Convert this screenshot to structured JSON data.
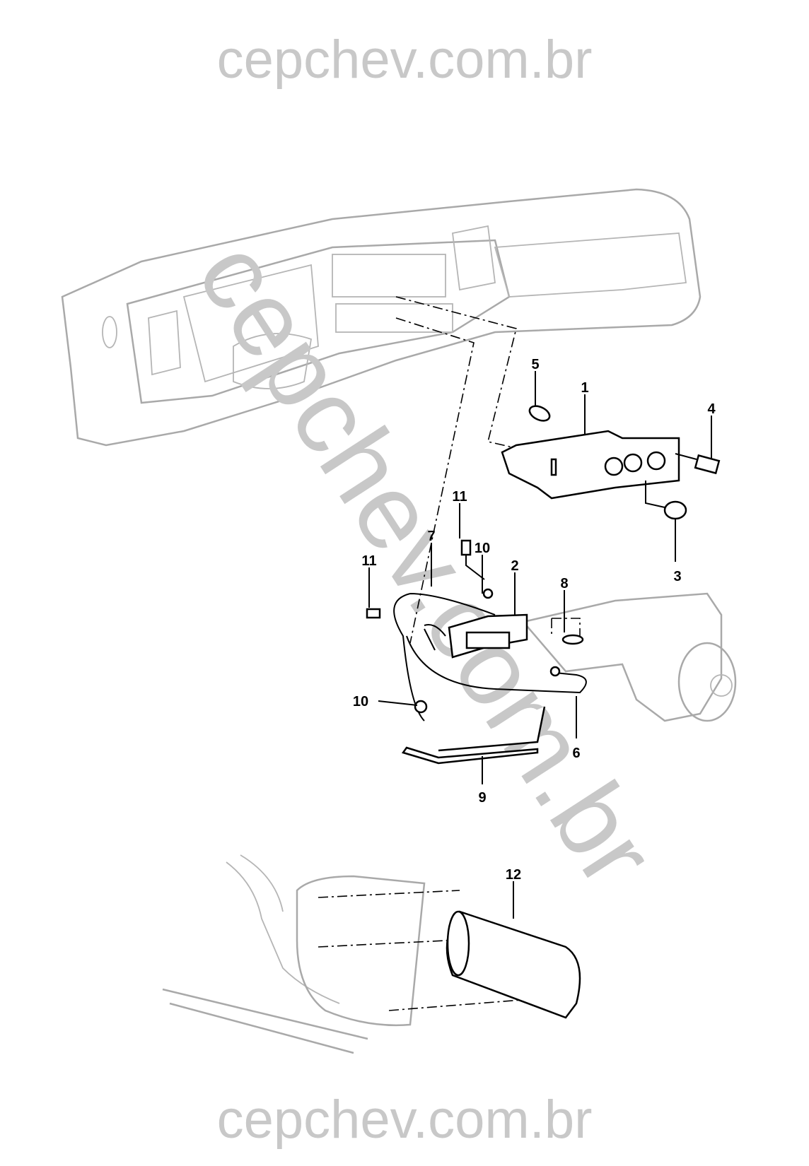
{
  "watermark": {
    "top": "cepchev.com.br",
    "diagonal": "cepchev.com.br",
    "bottom": "cepchev.com.br"
  },
  "callouts": {
    "c1": "1",
    "c2": "2",
    "c3": "3",
    "c4": "4",
    "c5": "5",
    "c6": "6",
    "c7": "7",
    "c8": "8",
    "c9": "9",
    "c10a": "10",
    "c10b": "10",
    "c11a": "11",
    "c11b": "11",
    "c12": "12"
  }
}
